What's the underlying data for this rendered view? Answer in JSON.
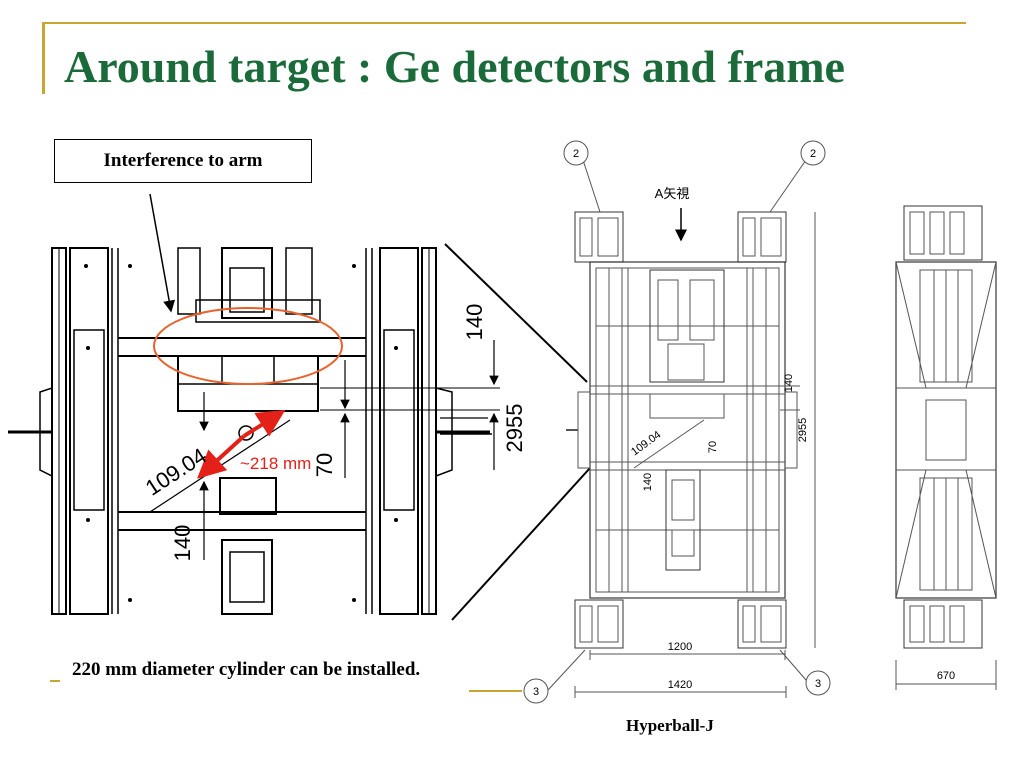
{
  "title": "Around target : Ge detectors and frame",
  "callout": "Interference to arm",
  "note": "220 mm diameter cylinder can be installed.",
  "caption": "Hyperball-J",
  "zoom_dims": {
    "d140_top": "140",
    "d2955": "2955",
    "d70": "70",
    "d140_bottom": "140",
    "diag": "109.04",
    "span": "~218 mm"
  },
  "drawing_dims": {
    "view_label": "A矢視",
    "d140a": "140",
    "d2955": "2955",
    "d70": "70",
    "d140b": "140",
    "diag": "109.04",
    "w1200": "1200",
    "w1420": "1420",
    "w670": "670",
    "part2_left": "2",
    "part2_right": "2",
    "part3_left": "3",
    "part3_right": "3"
  },
  "colors": {
    "title": "#1b6b3a",
    "accent": "#c8a632",
    "highlight_ellipse": "#e8622c",
    "span_arrow": "#e32119"
  }
}
